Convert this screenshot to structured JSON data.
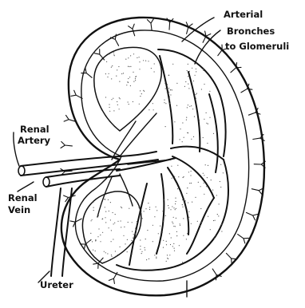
{
  "diagram": {
    "labels": {
      "arterial_line1": "Arterial",
      "arterial_line2": "Bronches",
      "arterial_line3": "to Glomeruli",
      "renal_artery_line1": "Renal",
      "renal_artery_line2": "Artery",
      "renal_vein_line1": "Renal",
      "renal_vein_line2": "Vein",
      "ureter": "Ureter"
    },
    "colors": {
      "ink": "#111111",
      "paper": "#ffffff",
      "stipple": "#555555"
    }
  }
}
